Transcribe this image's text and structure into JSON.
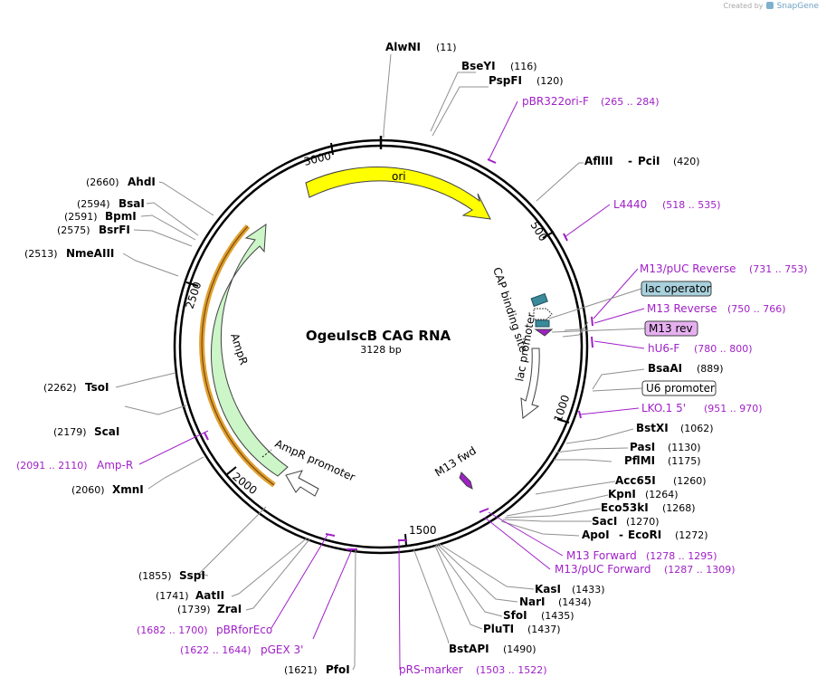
{
  "credit": {
    "created_by": "Created by",
    "app": "SnapGene"
  },
  "plasmid": {
    "name": "OgeuIscB CAG RNA",
    "length": "3128 bp"
  },
  "ticks": [
    "500",
    "1000",
    "1500",
    "2000",
    "2500",
    "3000"
  ],
  "features": {
    "ori": "ori",
    "ampr": "AmpR",
    "ampr_promoter": "AmpR promoter",
    "cap_site": "CAP binding site",
    "lac_promoter": "lac promoter",
    "m13_fwd": "M13 fwd"
  },
  "sites": {
    "alwni": {
      "name": "AlwNI",
      "pos": "(11)"
    },
    "bseyi": {
      "name": "BseYI",
      "pos": "(116)"
    },
    "pspfi": {
      "name": "PspFI",
      "pos": "(120)"
    },
    "afliii": {
      "name": "AflIII",
      "sep": "-",
      "name2": "PciI",
      "pos": "(420)"
    },
    "bsaai": {
      "name": "BsaAI",
      "pos": "(889)"
    },
    "bstxi": {
      "name": "BstXI",
      "pos": "(1062)"
    },
    "pasi": {
      "name": "PasI",
      "pos": "(1130)"
    },
    "pflmi": {
      "name": "PflMI",
      "pos": "(1175)"
    },
    "acc65i": {
      "name": "Acc65I",
      "pos": "(1260)"
    },
    "kpni": {
      "name": "KpnI",
      "pos": "(1264)"
    },
    "eco53ki": {
      "name": "Eco53kI",
      "pos": "(1268)"
    },
    "saci": {
      "name": "SacI",
      "pos": "(1270)"
    },
    "apoi": {
      "name": "ApoI",
      "sep": "-",
      "name2": "EcoRI",
      "pos": "(1272)"
    },
    "kasi": {
      "name": "KasI",
      "pos": "(1433)"
    },
    "nari": {
      "name": "NarI",
      "pos": "(1434)"
    },
    "sfoi": {
      "name": "SfoI",
      "pos": "(1435)"
    },
    "pluti": {
      "name": "PluTI",
      "pos": "(1437)"
    },
    "bstapi": {
      "name": "BstAPI",
      "pos": "(1490)"
    },
    "pfoi": {
      "name": "PfoI",
      "pos": "(1621)"
    },
    "zrai": {
      "name": "ZraI",
      "pos": "(1739)"
    },
    "aatii": {
      "name": "AatII",
      "pos": "(1741)"
    },
    "sspi": {
      "name": "SspI",
      "pos": "(1855)"
    },
    "xmni": {
      "name": "XmnI",
      "pos": "(2060)"
    },
    "scai": {
      "name": "ScaI",
      "pos": "(2179)"
    },
    "tsoi": {
      "name": "TsoI",
      "pos": "(2262)"
    },
    "nmeaiii": {
      "name": "NmeAIII",
      "pos": "(2513)"
    },
    "bsrfi": {
      "name": "BsrFI",
      "pos": "(2575)"
    },
    "bpmi": {
      "name": "BpmI",
      "pos": "(2591)"
    },
    "bsai": {
      "name": "BsaI",
      "pos": "(2594)"
    },
    "ahdi": {
      "name": "AhdI",
      "pos": "(2660)"
    }
  },
  "primers": {
    "pbr322ori_f": {
      "name": "pBR322ori-F",
      "pos": "(265 .. 284)"
    },
    "l4440": {
      "name": "L4440",
      "pos": "(518 .. 535)"
    },
    "m13puc_rev": {
      "name": "M13/pUC Reverse",
      "pos": "(731 .. 753)"
    },
    "m13_reverse": {
      "name": "M13 Reverse",
      "pos": "(750 .. 766)"
    },
    "hu6_f": {
      "name": "hU6-F",
      "pos": "(780 .. 800)"
    },
    "lko1": {
      "name": "LKO.1 5'",
      "pos": "(951 .. 970)"
    },
    "m13_forward": {
      "name": "M13 Forward",
      "pos": "(1278 .. 1295)"
    },
    "m13puc_fwd": {
      "name": "M13/pUC Forward",
      "pos": "(1287 .. 1309)"
    },
    "prs_marker": {
      "name": "pRS-marker",
      "pos": "(1503 .. 1522)"
    },
    "pgex3": {
      "name": "pGEX 3'",
      "pos": "(1622 .. 1644)"
    },
    "pbrforeco": {
      "name": "pBRforEco",
      "pos": "(1682 .. 1700)"
    },
    "amp_r": {
      "name": "Amp-R",
      "pos": "(2091 .. 2110)"
    }
  },
  "boxes": {
    "lac_operator": "lac operator",
    "m13_rev": "M13 rev",
    "u6_promoter": "U6 promoter"
  },
  "colors": {
    "ori": "#ffff00",
    "ampr": "#ccf5c8",
    "ampr_outline": "#e0a030",
    "primer": "#a020c8",
    "lac_operator_bg": "#a9d1dd",
    "m13_rev_bg": "#e6b0f0",
    "cap_site": "#3a8a9a"
  }
}
